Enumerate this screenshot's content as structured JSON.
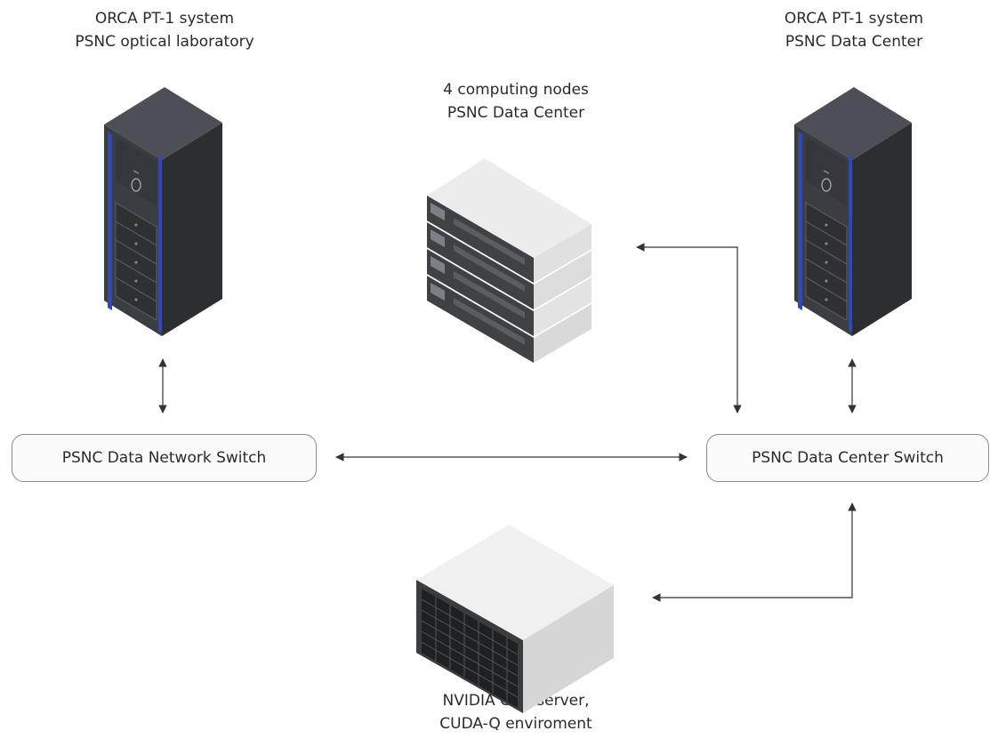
{
  "nodes": {
    "orca_lab": {
      "line1": "ORCA PT-1 system",
      "line2": "PSNC optical laboratory",
      "icon": "server-rack"
    },
    "orca_dc": {
      "line1": "ORCA PT-1 system",
      "line2": "PSNC Data Center",
      "icon": "server-rack"
    },
    "computing_nodes": {
      "line1": "4 computing nodes",
      "line2": "PSNC Data Center",
      "icon": "server-stack"
    },
    "gpu_server": {
      "line1": "NVIDIA GPU server,",
      "line2": "CUDA-Q enviroment",
      "icon": "gpu-server"
    }
  },
  "switches": {
    "network": {
      "label": "PSNC Data Network Switch"
    },
    "datacenter": {
      "label": "PSNC Data Center Switch"
    }
  },
  "colors": {
    "rack_front": "#3a3d42",
    "rack_side": "#2c2e32",
    "rack_top": "#4c5056",
    "rack_accent": "#2f49b8",
    "server_light": "#e6e6e6",
    "server_dark": "#3f4145",
    "arrow": "#333333"
  }
}
